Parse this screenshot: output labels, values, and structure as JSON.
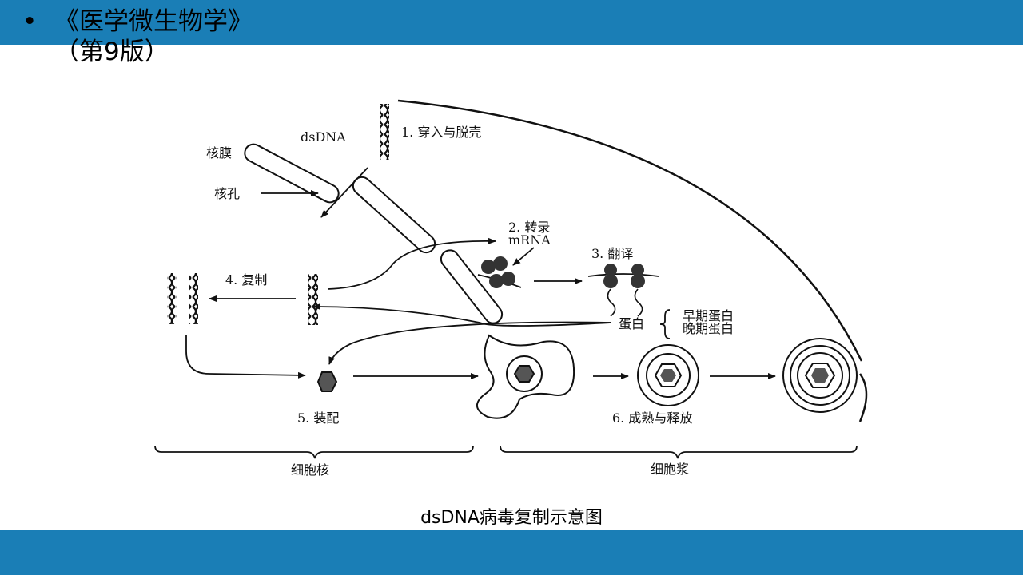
{
  "title": {
    "bullet": "•",
    "line1": "《医学微生物学》",
    "line2": "（第9版）"
  },
  "colors": {
    "band": "#1a7eb6"
  },
  "diagram": {
    "dsdna": "dsDNA",
    "step1": "1.  穿入与脱壳",
    "nuclear_membrane": "核膜",
    "nuclear_pore": "核孔",
    "step2": "2.  转录",
    "mrna": "mRNA",
    "step3": "3.  翻译",
    "step4": "4.  复制",
    "protein": "蛋白",
    "early_protein": "早期蛋白",
    "late_protein": "晚期蛋白",
    "step5": "5.  装配",
    "step6": "6.  成熟与释放",
    "nucleus": "细胞核",
    "cytoplasm": "细胞浆"
  },
  "caption": "dsDNA病毒复制示意图"
}
